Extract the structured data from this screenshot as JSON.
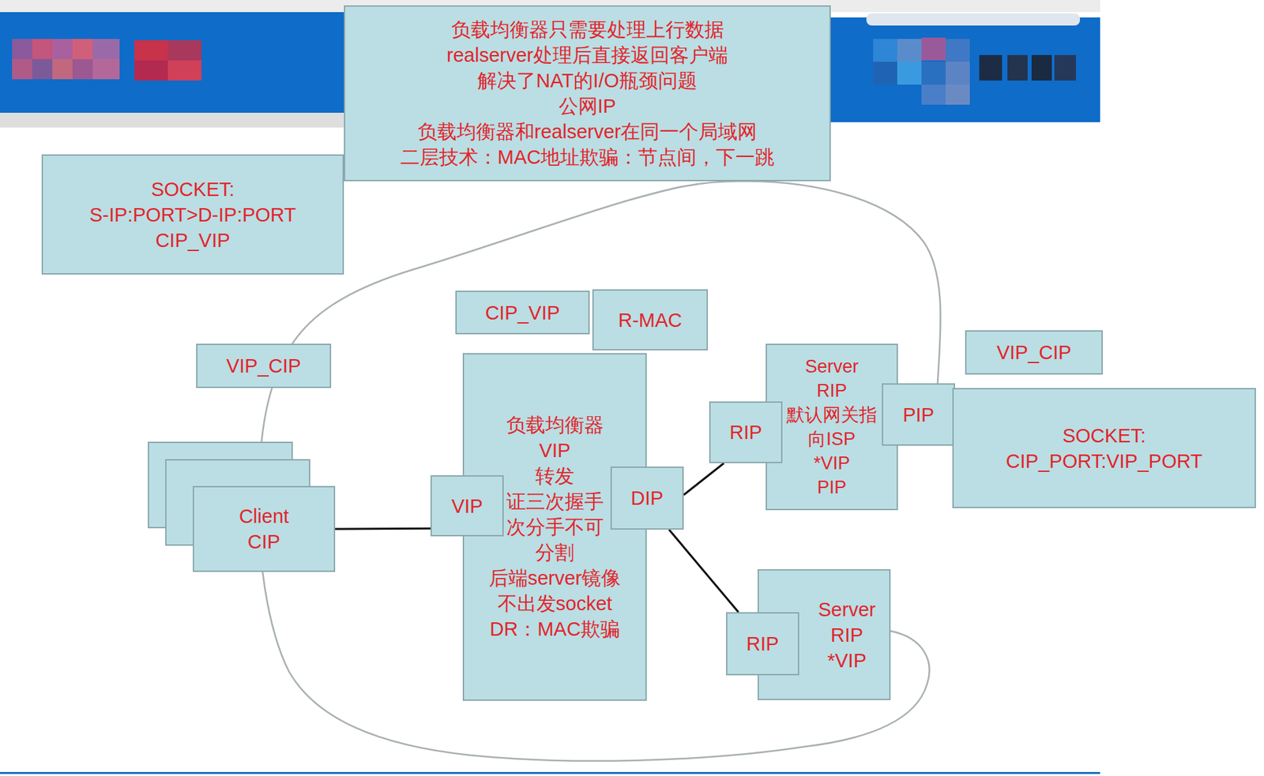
{
  "diagram": {
    "nodes": [
      {
        "text": [
          "负载均衡器只需要处理上行数据",
          "realserver处理后直接返回客户端",
          "解决了NAT的I/O瓶颈问题",
          "公网IP",
          "负载均衡器和realserver在同一个局域网",
          "二层技术：MAC地址欺骗：节点间，下一跳"
        ]
      },
      {
        "text": [
          "SOCKET:",
          "S-IP:PORT>D-IP:PORT",
          "CIP_VIP"
        ]
      },
      {
        "text": [
          "CIP_VIP"
        ]
      },
      {
        "text": [
          "R-MAC"
        ]
      },
      {
        "text": [
          "VIP_CIP"
        ]
      },
      {
        "text": [
          "Client",
          "CIP"
        ]
      },
      {
        "text": [
          "负载均衡器",
          "VIP",
          "转发",
          "证三次握手",
          "次分手不可分割",
          "后端server镜像",
          "不出发socket",
          "DR：MAC欺骗"
        ]
      },
      {
        "text": [
          "VIP"
        ]
      },
      {
        "text": [
          "DIP"
        ]
      },
      {
        "text": [
          "Server",
          "RIP",
          "默认网关指向ISP",
          "*VIP",
          "PIP"
        ]
      },
      {
        "text": [
          "RIP"
        ]
      },
      {
        "text": [
          "PIP"
        ]
      },
      {
        "text": [
          "VIP_CIP"
        ]
      },
      {
        "text": [
          "SOCKET:",
          "CIP_PORT:VIP_PORT"
        ]
      },
      {
        "text": [
          "Server",
          "RIP",
          "*VIP"
        ]
      },
      {
        "text": [
          "RIP"
        ]
      }
    ],
    "edges": [
      {
        "from": 5,
        "to": 7,
        "arrow": "none"
      },
      {
        "from": 8,
        "to": 10,
        "arrow": "none"
      },
      {
        "from": 8,
        "to": 15,
        "arrow": "none"
      }
    ]
  }
}
